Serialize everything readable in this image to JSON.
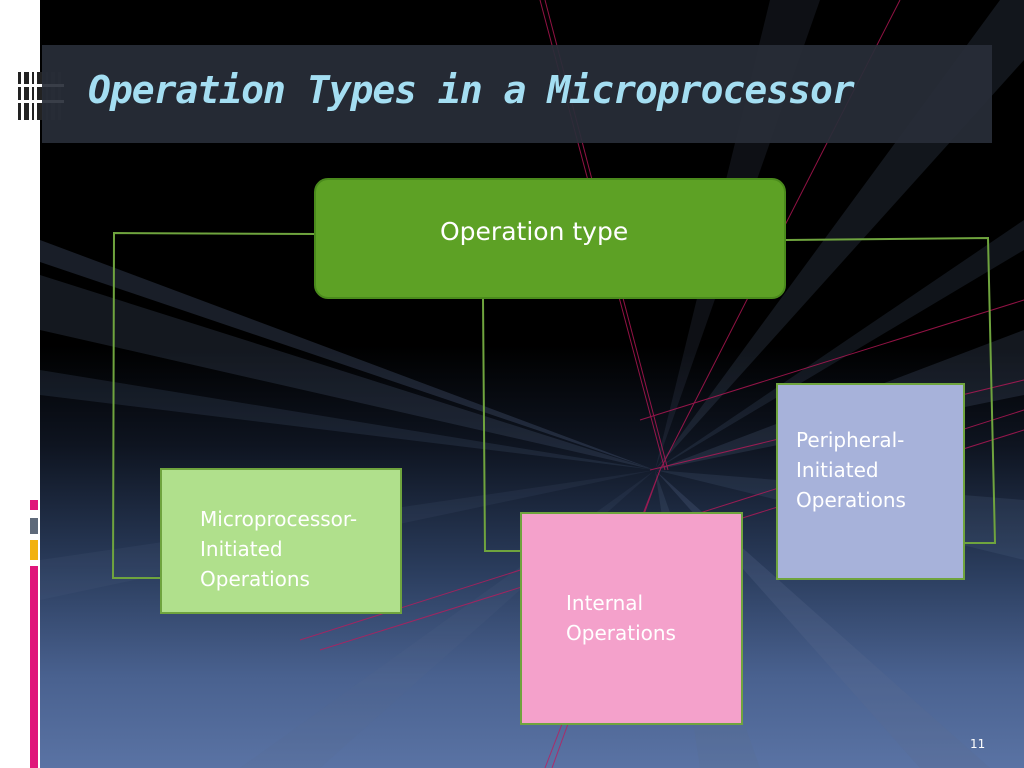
{
  "slide": {
    "title": "Operation Types in a Microprocessor",
    "page_number": "11"
  },
  "diagram": {
    "root": {
      "label": "Operation type",
      "color": "#5da125"
    },
    "children": [
      {
        "label": "Microprocessor-\nInitiated\nOperations",
        "color": "#b0e08c"
      },
      {
        "label": "Internal\nOperations",
        "color": "#f4a1cb"
      },
      {
        "label": "Peripheral-\nInitiated\nOperations",
        "color": "#a7b2da"
      }
    ],
    "connector_color": "#6fa43e"
  },
  "theme": {
    "title_color": "#a4def2",
    "title_bar_color": "#282e38",
    "accent_colors": [
      "#e0177a",
      "#5f6a7a",
      "#f2b20f"
    ]
  }
}
